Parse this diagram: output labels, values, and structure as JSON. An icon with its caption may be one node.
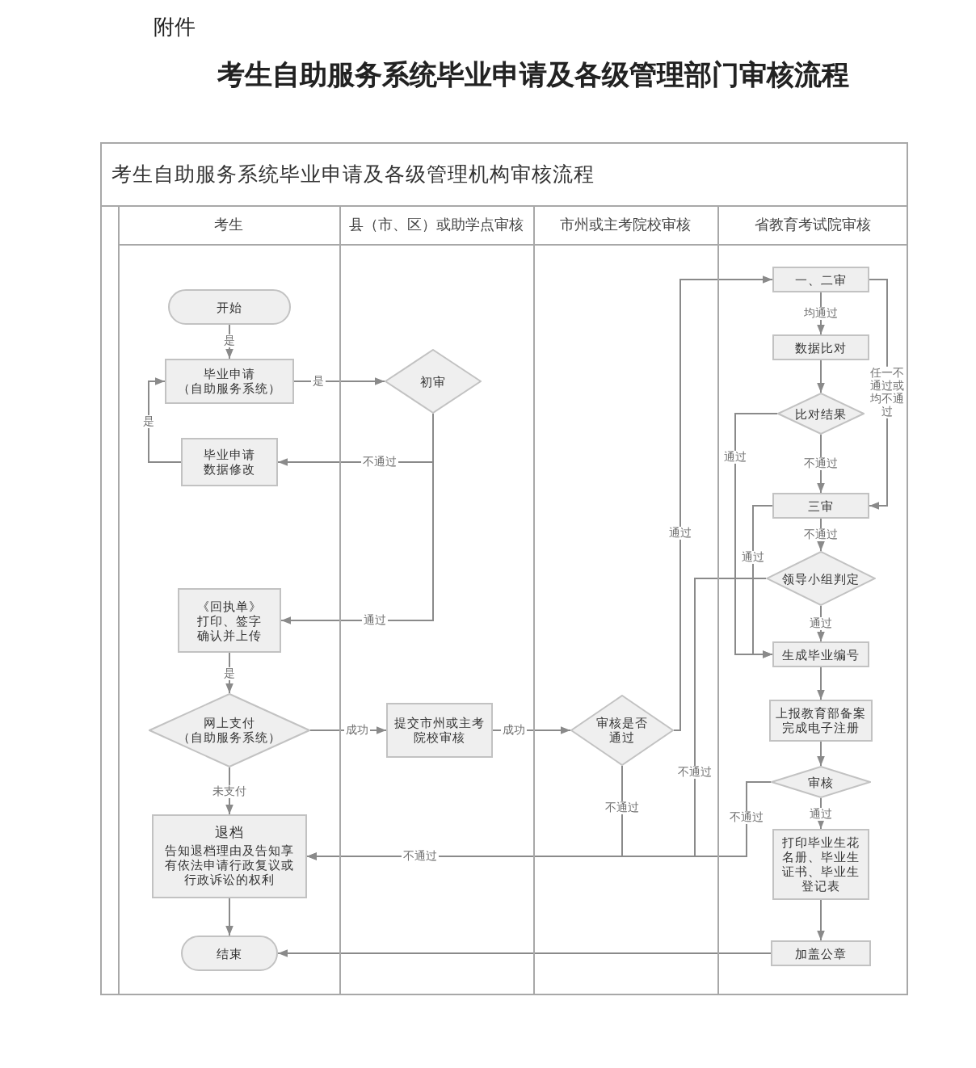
{
  "diagram": {
    "title": "考生自助服务系统毕业申请及各级管理部门审核流程",
    "nodes": [
      {
        "text": [
          "考生自助服务系统毕业申请及各级管理机构审核流程"
        ]
      },
      {
        "text": [
          "考生"
        ],
        "in": 0
      },
      {
        "text": [
          "县（市、区）或助学点审核"
        ],
        "in": 0
      },
      {
        "text": [
          "市州或主考院校审核"
        ],
        "in": 0
      },
      {
        "text": [
          "省教育考试院审核"
        ],
        "in": 0
      },
      {
        "text": [
          "开始"
        ],
        "in": 1
      },
      {
        "text": [
          "毕业申请（自助服务系统）"
        ],
        "in": 1
      },
      {
        "text": [
          "初审"
        ],
        "in": 2
      },
      {
        "text": [
          "毕业申请数据修改"
        ],
        "in": 1
      },
      {
        "text": [
          "《回执单》打印、签字确认并上传"
        ],
        "in": 1
      },
      {
        "text": [
          "网上支付（自助服务系统）"
        ],
        "in": 1
      },
      {
        "text": [
          "提交市州或主考院校审核"
        ],
        "in": 2
      },
      {
        "text": [
          "审核是否通过"
        ],
        "in": 3
      },
      {
        "text": [
          "退档",
          "告知退档理由及告知享有依法申请行政复议或行政诉讼的权利"
        ],
        "in": 1
      },
      {
        "text": [
          "结束"
        ],
        "in": 1
      },
      {
        "text": [
          "一、二审"
        ],
        "in": 4
      },
      {
        "text": [
          "数据比对"
        ],
        "in": 4
      },
      {
        "text": [
          "比对结果"
        ],
        "in": 4
      },
      {
        "text": [
          "三审"
        ],
        "in": 4
      },
      {
        "text": [
          "领导小组判定"
        ],
        "in": 4
      },
      {
        "text": [
          "生成毕业编号"
        ],
        "in": 4
      },
      {
        "text": [
          "上报教育部备案完成电子注册"
        ],
        "in": 4
      },
      {
        "text": [
          "审核"
        ],
        "in": 4
      },
      {
        "text": [
          "打印毕业生花名册、毕业生证书、毕业生登记表"
        ],
        "in": 4
      },
      {
        "text": [
          "加盖公章"
        ],
        "in": 4
      }
    ],
    "edges": [
      {
        "from": 5,
        "to": 6,
        "arrow": "to",
        "label": "是"
      },
      {
        "from": 6,
        "to": 7,
        "arrow": "to",
        "label": "是"
      },
      {
        "from": 7,
        "to": 8,
        "arrow": "to",
        "label": "不通过"
      },
      {
        "from": 8,
        "to": 6,
        "arrow": "to",
        "label": "是"
      },
      {
        "from": 7,
        "to": 9,
        "arrow": "to",
        "label": "通过"
      },
      {
        "from": 9,
        "to": 10,
        "arrow": "to",
        "label": "是"
      },
      {
        "from": 10,
        "to": 11,
        "arrow": "to",
        "label": "成功"
      },
      {
        "from": 10,
        "to": 13,
        "arrow": "to",
        "label": "未支付"
      },
      {
        "from": 11,
        "to": 12,
        "arrow": "to",
        "label": "成功"
      },
      {
        "from": 12,
        "to": 15,
        "arrow": "to",
        "label": "通过"
      },
      {
        "from": 12,
        "to": 13,
        "arrow": "to",
        "label": "不通过"
      },
      {
        "from": 15,
        "to": 16,
        "arrow": "to",
        "label": "均通过"
      },
      {
        "from": 16,
        "to": 17,
        "arrow": "to"
      },
      {
        "from": 17,
        "to": 18,
        "arrow": "to",
        "label": "不通过"
      },
      {
        "from": 15,
        "to": 18,
        "arrow": "to",
        "label": "任一不通过或均不通过"
      },
      {
        "from": 17,
        "to": 20,
        "arrow": "to",
        "label": "通过"
      },
      {
        "from": 18,
        "to": 19,
        "arrow": "to",
        "label": "不通过"
      },
      {
        "from": 18,
        "to": 20,
        "arrow": "to",
        "label": "通过"
      },
      {
        "from": 19,
        "to": 20,
        "arrow": "to",
        "label": "通过"
      },
      {
        "from": 19,
        "to": 13,
        "arrow": "to",
        "label": "不通过"
      },
      {
        "from": 20,
        "to": 21,
        "arrow": "to"
      },
      {
        "from": 21,
        "to": 22,
        "arrow": "to"
      },
      {
        "from": 22,
        "to": 23,
        "arrow": "to",
        "label": "通过"
      },
      {
        "from": 22,
        "to": 13,
        "arrow": "to",
        "label": "不通过"
      },
      {
        "from": 23,
        "to": 24,
        "arrow": "to"
      },
      {
        "from": 24,
        "to": 14,
        "arrow": "to"
      },
      {
        "from": 13,
        "to": 14,
        "arrow": "to"
      }
    ],
    "labels": [
      "附件",
      "不通过"
    ]
  }
}
